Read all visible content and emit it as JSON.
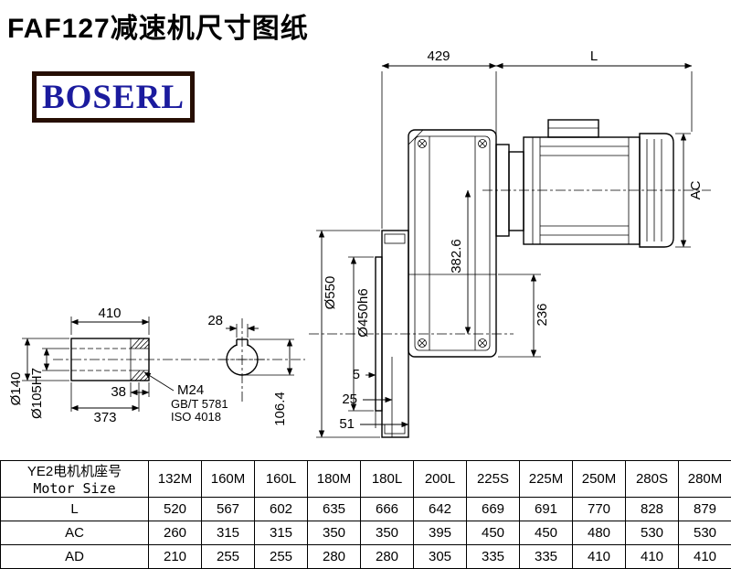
{
  "header": {
    "title": "FAF127减速机尺寸图纸",
    "logo": "BOSERL"
  },
  "drawing": {
    "dims": {
      "depth": "429",
      "motor_length": "L",
      "motor_ac": "AC",
      "flange_dia": "Ø550",
      "spigot_dia": "Ø450h6",
      "center_height": "382.6",
      "bottom_height": "236",
      "offset_a": "5",
      "offset_b": "25",
      "offset_c": "51"
    },
    "shaft": {
      "length": "410",
      "keyway_width": "28",
      "end_len": "38",
      "bore_len": "373",
      "outer_dia": "Ø140",
      "bore_dia": "Ø105H7",
      "thread": "M24",
      "std_gb": "GB/T 5781",
      "std_iso": "ISO 4018",
      "keyway_height": "106.4"
    }
  },
  "table": {
    "size_label_cn": "YE2电机机座号",
    "size_label_en": "Motor Size",
    "columns": [
      "132M",
      "160M",
      "160L",
      "180M",
      "180L",
      "200L",
      "225S",
      "225M",
      "250M",
      "280S",
      "280M"
    ],
    "rows": [
      {
        "label": "L",
        "values": [
          "520",
          "567",
          "602",
          "635",
          "666",
          "642",
          "669",
          "691",
          "770",
          "828",
          "879"
        ]
      },
      {
        "label": "AC",
        "values": [
          "260",
          "315",
          "315",
          "350",
          "350",
          "395",
          "450",
          "450",
          "480",
          "530",
          "530"
        ]
      },
      {
        "label": "AD",
        "values": [
          "210",
          "255",
          "255",
          "280",
          "280",
          "305",
          "335",
          "335",
          "410",
          "410",
          "410"
        ]
      }
    ]
  }
}
